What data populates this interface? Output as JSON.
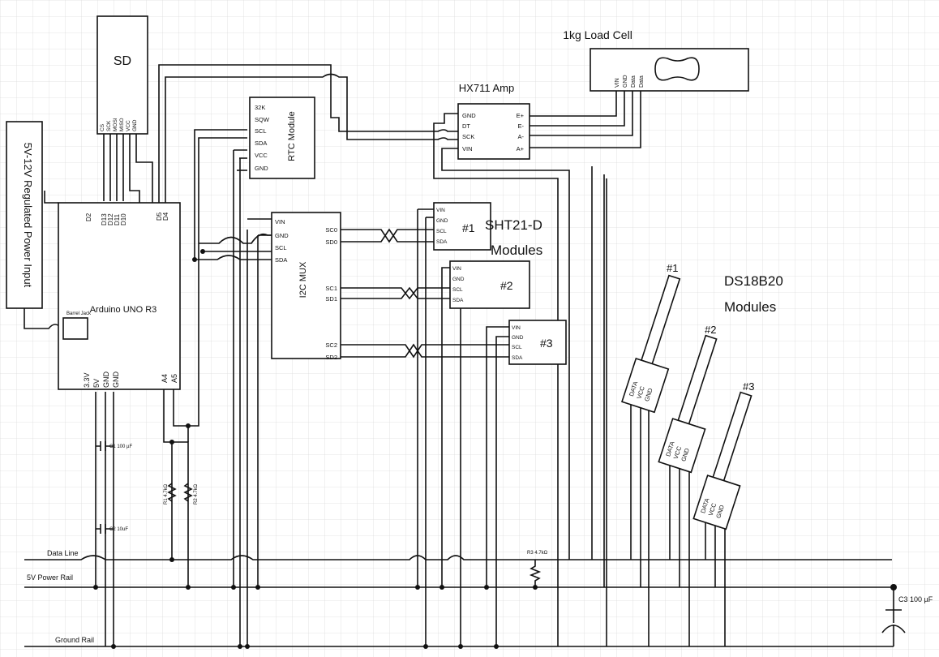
{
  "sd": {
    "title": "SD",
    "pins": [
      "CS",
      "SCK",
      "MOSI",
      "MISO",
      "VCC",
      "GND"
    ]
  },
  "power_input": {
    "label": "5V-12V Regulated Power Input"
  },
  "arduino": {
    "title": "Arduino UNO R3",
    "barrel": "Barrel Jack",
    "pin_d2": "D2",
    "top_pins": [
      "D13",
      "D12",
      "D11",
      "D10"
    ],
    "pin_d5": "D5",
    "pin_d4": "D4",
    "bottom_pins": [
      "3.3V",
      "5V",
      "GND",
      "GND"
    ],
    "pin_a4": "A4",
    "pin_a5": "A5"
  },
  "rtc": {
    "title": "RTC Module",
    "pins": [
      "32K",
      "SQW",
      "SCL",
      "SDA",
      "VCC",
      "GND"
    ]
  },
  "hx711": {
    "title": "HX711 Amp",
    "left_pins": [
      "GND",
      "DT",
      "SCK",
      "VIN"
    ],
    "right_pins": [
      "E+",
      "E-",
      "A-",
      "A+"
    ]
  },
  "load_cell": {
    "title": "1kg Load Cell",
    "pins": [
      "VIN",
      "GND",
      "Data",
      "Data"
    ]
  },
  "mux": {
    "title": "I2C MUX",
    "left_pins": [
      "VIN",
      "GND",
      "SCL",
      "SDA"
    ],
    "right_pins": [
      "SC0",
      "SD0",
      "SC1",
      "SD1",
      "SC2",
      "SD2"
    ]
  },
  "sht21": {
    "title_line1": "SHT21-D",
    "title_line2": "Modules",
    "pins": [
      "VIN",
      "GND",
      "SCL",
      "SDA"
    ],
    "labels": [
      "#1",
      "#2",
      "#3"
    ]
  },
  "ds18b20": {
    "title_line1": "DS18B20",
    "title_line2": "Modules",
    "pins": [
      "DATA",
      "VCC",
      "GND"
    ],
    "labels": [
      "#1",
      "#2",
      "#3"
    ]
  },
  "components": {
    "c1": "C1 100 µF",
    "c2": "C2 10uF",
    "r1": "R1 4.7kΩ",
    "r2": "R2 4.7kΩ",
    "r3": "R3 4.7kΩ",
    "c3": "C3 100 µF"
  },
  "rails": {
    "data": "Data Line",
    "power": "5V Power Rail",
    "ground": "Ground Rail"
  }
}
